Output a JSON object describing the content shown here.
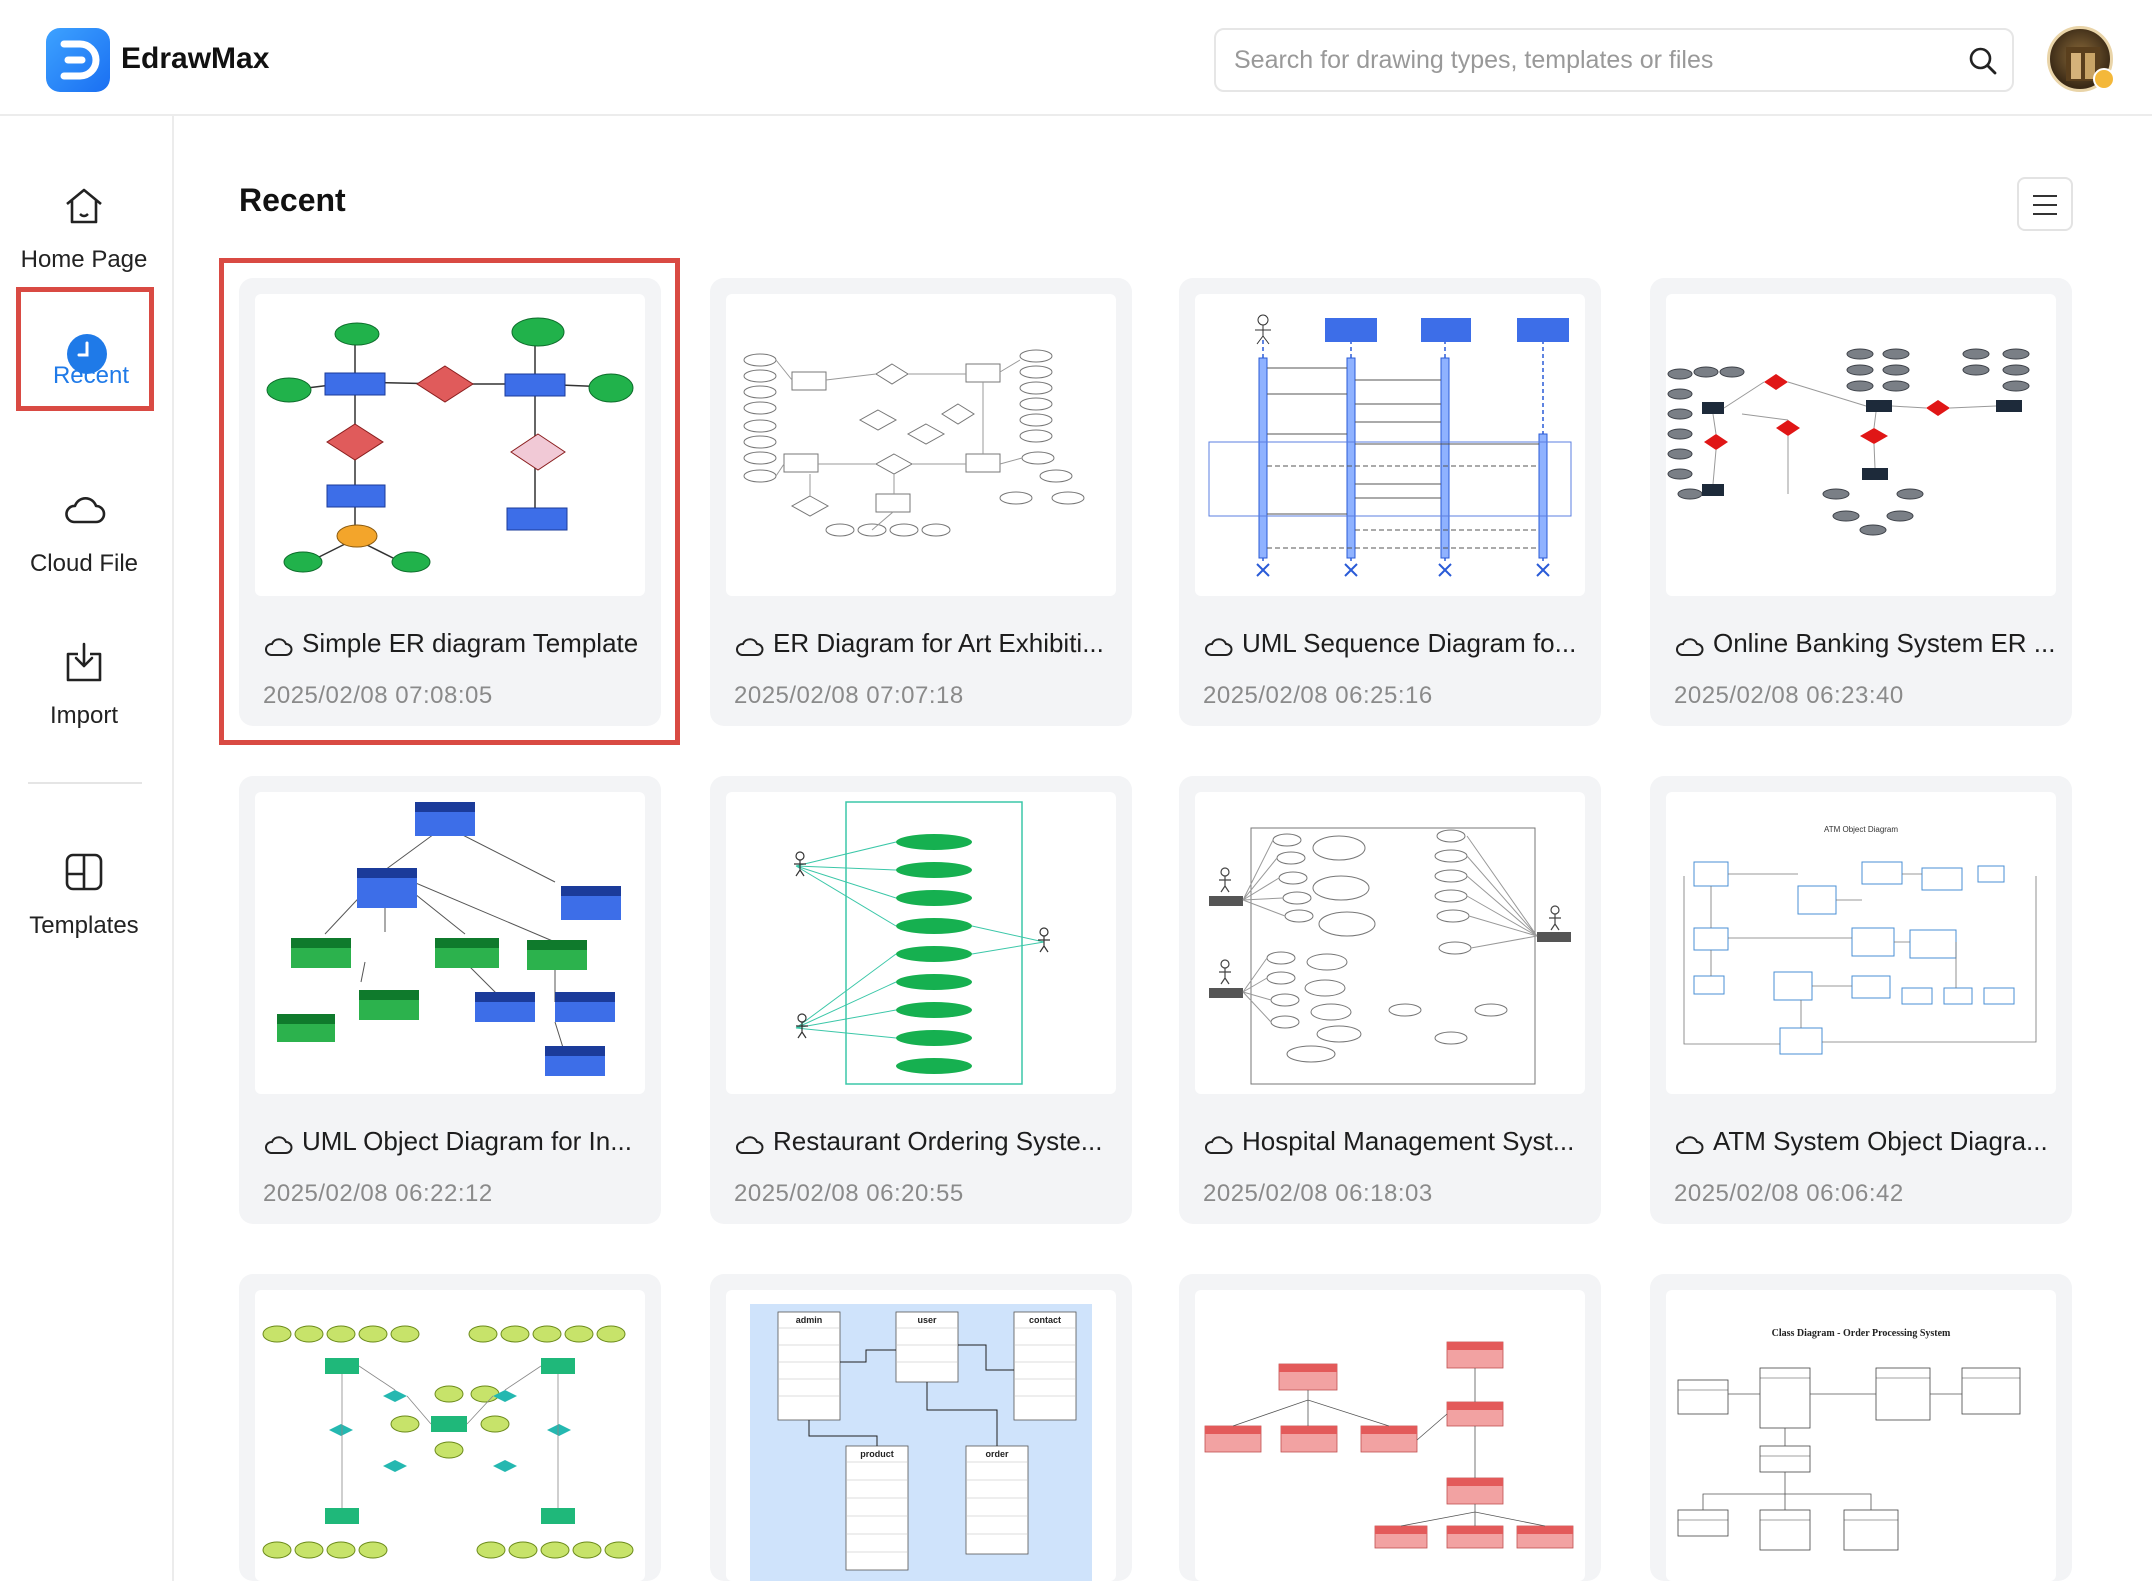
{
  "app": {
    "name": "EdrawMax"
  },
  "search": {
    "placeholder": "Search for drawing types, templates or files"
  },
  "sidebar": {
    "items": [
      {
        "label": "Home Page",
        "icon": "home-icon"
      },
      {
        "label": "Recent",
        "icon": "clock-icon",
        "active": true
      },
      {
        "label": "Cloud File",
        "icon": "cloud-icon"
      },
      {
        "label": "Import",
        "icon": "import-icon"
      },
      {
        "label": "Templates",
        "icon": "templates-icon"
      }
    ]
  },
  "main": {
    "title": "Recent",
    "files": [
      {
        "title": "Simple ER diagram Template",
        "date": "2025/02/08 07:08:05"
      },
      {
        "title": "ER Diagram for Art Exhibiti...",
        "date": "2025/02/08 07:07:18"
      },
      {
        "title": "UML Sequence Diagram fo...",
        "date": "2025/02/08 06:25:16"
      },
      {
        "title": "Online Banking System ER ...",
        "date": "2025/02/08 06:23:40"
      },
      {
        "title": "UML Object Diagram for In...",
        "date": "2025/02/08 06:22:12"
      },
      {
        "title": "Restaurant Ordering Syste...",
        "date": "2025/02/08 06:20:55"
      },
      {
        "title": "Hospital Management Syst...",
        "date": "2025/02/08 06:18:03"
      },
      {
        "title": "ATM System Object Diagra...",
        "date": "2025/02/08 06:06:42"
      },
      {
        "title": "",
        "date": ""
      },
      {
        "title": "",
        "date": ""
      },
      {
        "title": "",
        "date": ""
      },
      {
        "title": "",
        "date": ""
      }
    ],
    "thumbnail_texts": {
      "t6_tables": [
        "admin",
        "user",
        "contact",
        "product",
        "order"
      ],
      "t12_title": "Class Diagram - Order Processing System",
      "t8_title": "ATM Object Diagram"
    }
  },
  "colors": {
    "accent": "#1f7ae8",
    "highlight": "#d94a43",
    "er_green": "#21b24b",
    "er_blue": "#3d6ee8",
    "er_red": "#e05b5b"
  }
}
